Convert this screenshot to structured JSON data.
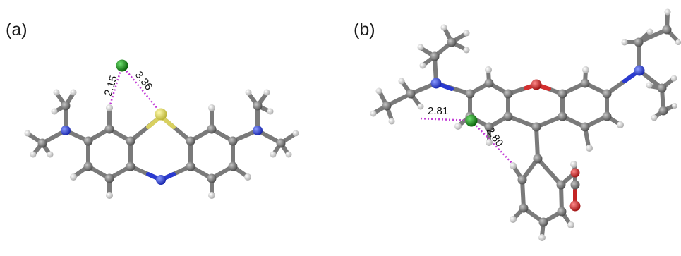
{
  "panels": [
    {
      "label": "(a)"
    },
    {
      "label": "(b)"
    }
  ],
  "distances": {
    "a_ch": "2.15",
    "a_s": "3.36",
    "b_left": "2.81",
    "b_right": "2.80"
  },
  "colors": {
    "carbon": "#6e6e6e",
    "hydrogen": "#f2f2f2",
    "nitrogen": "#1f2fd6",
    "sulfur": "#e5e05a",
    "oxygen": "#d41c1c",
    "chloride": "#0f8a0f",
    "contact": "#c23bd6"
  }
}
